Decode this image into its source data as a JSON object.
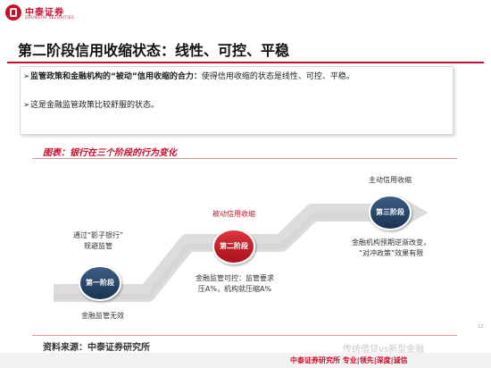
{
  "header": {
    "logo_cn": "中泰证券",
    "logo_en": "ZHONGTAI SECURITIES",
    "title": "第二阶段信用收缩状态：线性、可控、平稳"
  },
  "bullets": [
    {
      "marker": "➢",
      "bold": "监管政策和金融机构的“被动”信用收缩的合力：",
      "text": "使得信用收缩的状态是线性、可控、平稳。"
    },
    {
      "marker": "➢",
      "bold": "",
      "text": "这是金融监管政策比较舒服的状态。"
    }
  ],
  "figure": {
    "title": "图表：银行在三个阶段的行为变化",
    "stages": [
      {
        "name": "第一阶段",
        "top_label": "通过“影子银行”\n规避监管",
        "bottom_label": "金融监管无效"
      },
      {
        "name": "第二阶段",
        "top_label": "被动信用收缩",
        "bottom_label": "金融监管可控：监管要求\n压A%，机构就压缩A%"
      },
      {
        "name": "第三阶段",
        "top_label": "主动信用收缩",
        "bottom_label": "金融机构预期逆渐改变，\n“对冲政策”效果有限"
      }
    ],
    "colors": {
      "accent": "#c8102e",
      "circle_dark": "#1f3b5c",
      "circle_red": "#c8102e",
      "arrow": "#d9d9d9"
    }
  },
  "source": "资料来源：中泰证券研究所",
  "watermark": "传统借贷vs新型金融",
  "footer": "中泰证券研究所  专业|领先|深度|诚信",
  "page_number": "12"
}
